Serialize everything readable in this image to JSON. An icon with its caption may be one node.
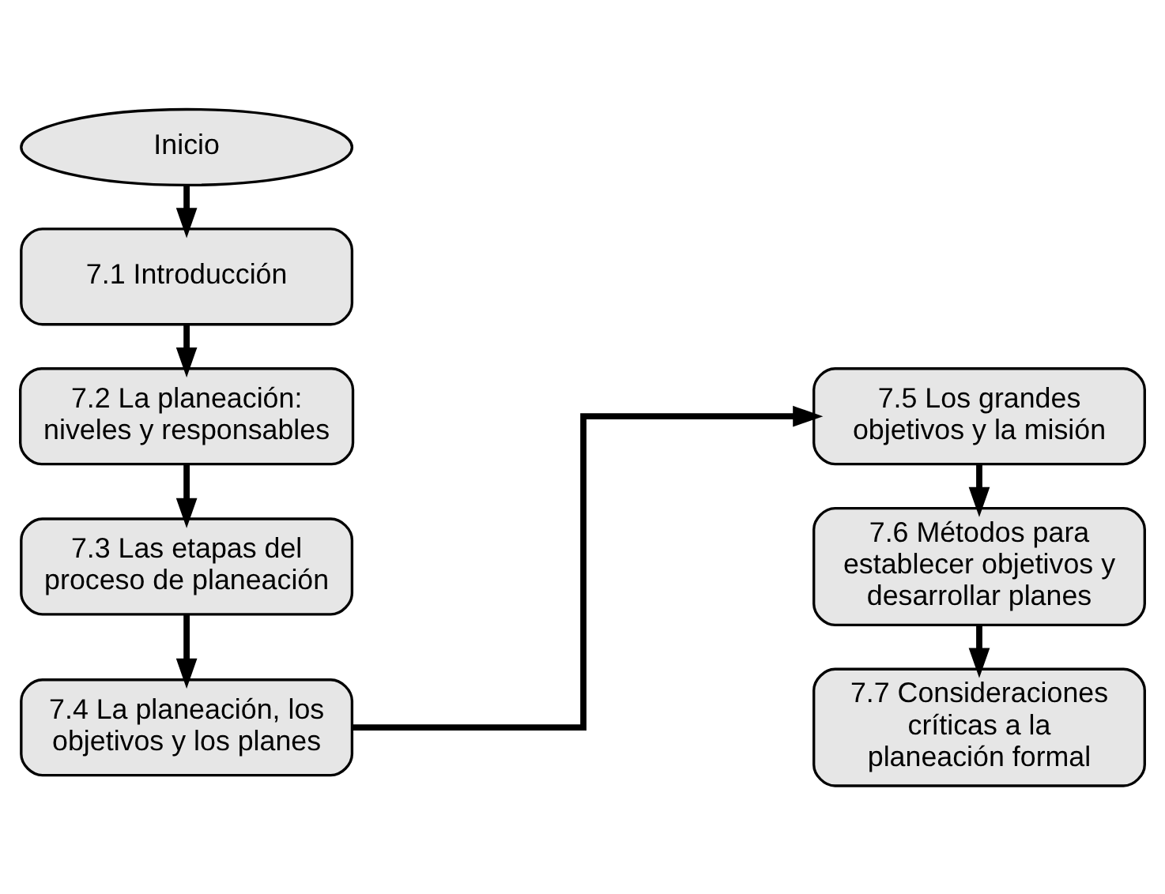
{
  "diagram": {
    "nodes": [
      {
        "text": [
          "Inicio"
        ]
      },
      {
        "text": [
          "7.1 Introducción"
        ]
      },
      {
        "text": [
          "7.2 La planeación: niveles y responsables"
        ]
      },
      {
        "text": [
          "7.3 Las etapas del proceso de planeación"
        ]
      },
      {
        "text": [
          "7.4 La planeación, los objetivos y los planes"
        ]
      },
      {
        "text": [
          "7.5 Los grandes objetivos y la misión"
        ]
      },
      {
        "text": [
          "7.6 Métodos para establecer objetivos y desarrollar planes"
        ]
      },
      {
        "text": [
          "7.7 Consideraciones críticas a la planeación formal"
        ]
      }
    ],
    "edges": [
      {
        "from": 0,
        "to": 1,
        "arrow": "to"
      },
      {
        "from": 1,
        "to": 2,
        "arrow": "to"
      },
      {
        "from": 2,
        "to": 3,
        "arrow": "to"
      },
      {
        "from": 3,
        "to": 4,
        "arrow": "to"
      },
      {
        "from": 4,
        "to": 5,
        "arrow": "to"
      },
      {
        "from": 5,
        "to": 6,
        "arrow": "to"
      },
      {
        "from": 6,
        "to": 7,
        "arrow": "to"
      }
    ]
  }
}
